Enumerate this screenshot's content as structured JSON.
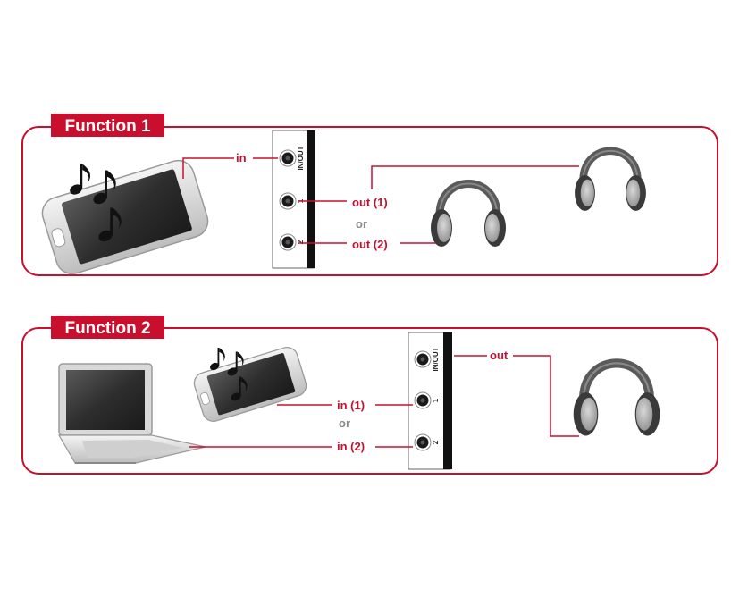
{
  "colors": {
    "accent": "#c8102e",
    "device_dark": "#3a3a3a",
    "muted": "#888888"
  },
  "function1": {
    "title": "Function 1",
    "port_labels": [
      "IN/OUT",
      "1",
      "2"
    ],
    "in_label": "in",
    "out1_label": "out (1)",
    "or_label": "or",
    "out2_label": "out (2)",
    "icons": [
      "smartphone-icon",
      "music-notes-icon",
      "splitter-icon",
      "headphones-icon"
    ]
  },
  "function2": {
    "title": "Function 2",
    "port_labels": [
      "IN/OUT",
      "1",
      "2"
    ],
    "out_label": "out",
    "in1_label": "in (1)",
    "or_label": "or",
    "in2_label": "in (2)",
    "icons": [
      "laptop-icon",
      "smartphone-icon",
      "music-notes-icon",
      "splitter-icon",
      "headphones-icon"
    ]
  }
}
